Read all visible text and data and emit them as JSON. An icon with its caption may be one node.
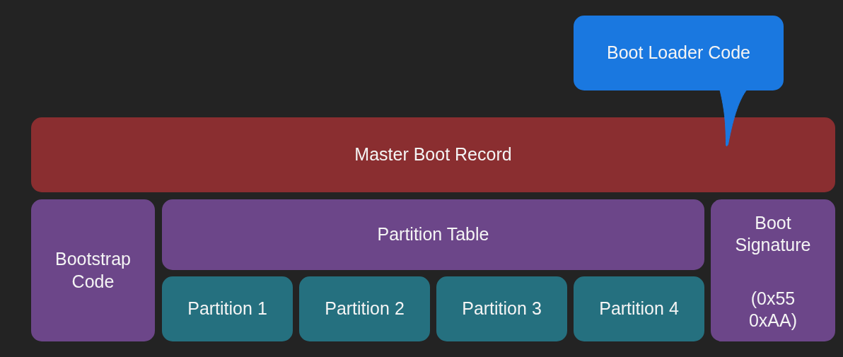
{
  "diagram": {
    "nodes": [
      {
        "text": [
          "Boot Loader Code"
        ]
      },
      {
        "text": [
          "Master Boot Record"
        ]
      },
      {
        "text": [
          "Bootstrap Code"
        ]
      },
      {
        "text": [
          "Partition Table"
        ]
      },
      {
        "text": [
          "Partition 1"
        ]
      },
      {
        "text": [
          "Partition 2"
        ]
      },
      {
        "text": [
          "Partition 3"
        ]
      },
      {
        "text": [
          "Partition 4"
        ]
      },
      {
        "text": [
          "Boot Signature",
          "(0x55 0xAA)"
        ]
      }
    ],
    "edges": [
      {
        "from": 0,
        "to": 1,
        "arrow": "none"
      }
    ]
  }
}
